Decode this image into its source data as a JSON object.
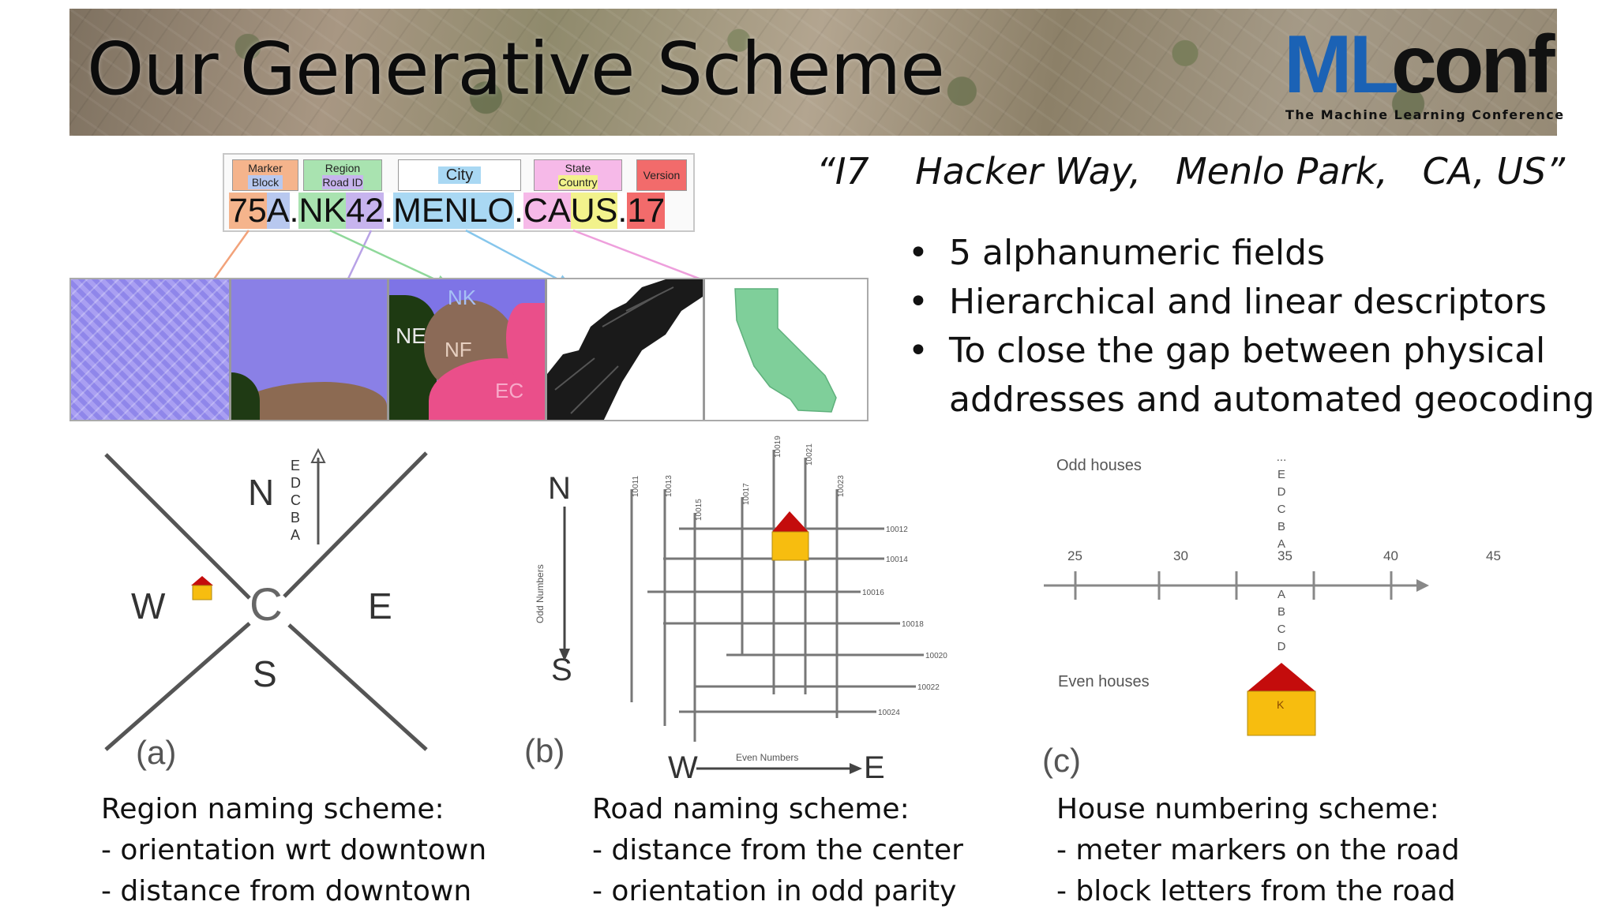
{
  "slide": {
    "title": "Our Generative Scheme",
    "logo": {
      "ml": "ML",
      "conf": "conf",
      "tagline": "The Machine Learning Conference"
    }
  },
  "encoding": {
    "labels": {
      "marker_block": [
        "Marker",
        "Block"
      ],
      "region_road": [
        "Region",
        "Road ID"
      ],
      "city": "City",
      "state_country": [
        "State",
        "Country"
      ],
      "version": "Version"
    },
    "code": [
      {
        "text": "75",
        "color": "#f5b48c"
      },
      {
        "text": "A",
        "color": "#b8c8ef"
      },
      {
        "text": ".",
        "color": "#ffffff"
      },
      {
        "text": "NK",
        "color": "#a9e3b0"
      },
      {
        "text": "42",
        "color": "#c7b4ee"
      },
      {
        "text": ".",
        "color": "#ffffff"
      },
      {
        "text": "MENLO",
        "color": "#a9d8f3"
      },
      {
        "text": ".",
        "color": "#ffffff"
      },
      {
        "text": "CA",
        "color": "#f6b9e8"
      },
      {
        "text": "US",
        "color": "#f2f28c"
      },
      {
        "text": ".",
        "color": "#ffffff"
      },
      {
        "text": "17",
        "color": "#f26b6b"
      }
    ],
    "map_labels": {
      "nk": "NK",
      "ne": "NE",
      "nf": "NF",
      "ec": "EC"
    }
  },
  "address": {
    "quote": "“I7    Hacker Way,   Menlo Park,   CA, US”"
  },
  "bullets": [
    {
      "dot": "•",
      "text": "5 alphanumeric fields"
    },
    {
      "dot": "•",
      "text": "Hierarchical and linear descriptors"
    },
    {
      "dot": "•",
      "text": "To close the gap between physical addresses and automated geocoding"
    }
  ],
  "diagram_a": {
    "panel": "(a)",
    "n": "N",
    "s": "S",
    "e": "E",
    "w": "W",
    "c": "C",
    "letters": [
      "E",
      "D",
      "C",
      "B",
      "A"
    ]
  },
  "diagram_b": {
    "panel": "(b)",
    "n": "N",
    "s": "S",
    "w": "W",
    "e": "E",
    "odd_numbers": "Odd Numbers",
    "even_numbers": "Even Numbers",
    "vertical_labels": [
      "10011",
      "10013",
      "10015",
      "10017",
      "10019",
      "10021",
      "10023"
    ],
    "horizontal_labels": [
      "10012",
      "10014",
      "10016",
      "10018",
      "10020",
      "10022",
      "10024"
    ]
  },
  "diagram_c": {
    "panel": "(c)",
    "odd_houses": "Odd houses",
    "even_houses": "Even houses",
    "ticks": [
      "25",
      "30",
      "35",
      "40",
      "45"
    ],
    "letters_up": [
      "...",
      "E",
      "D",
      "C",
      "B",
      "A"
    ],
    "letters_down": [
      "A",
      "B",
      "C",
      "D"
    ],
    "house_letter": "K"
  },
  "captions": [
    {
      "title": "Region naming scheme:",
      "lines": [
        "- orientation wrt downtown",
        "- distance from downtown"
      ]
    },
    {
      "title": "Road naming scheme:",
      "lines": [
        "- distance from the center",
        "- orientation in odd parity"
      ]
    },
    {
      "title": "House numbering scheme:",
      "lines": [
        "- meter markers on the road",
        "- block letters from the road"
      ]
    }
  ],
  "colors": {
    "roof": "#c40c0c",
    "house": "#f7bd0f",
    "logo_blue": "#1b62b5"
  }
}
